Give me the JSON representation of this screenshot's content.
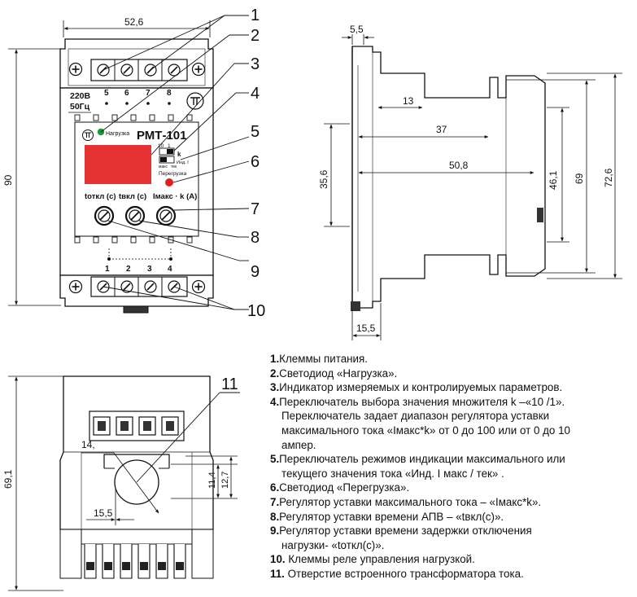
{
  "front_view": {
    "dim_width": "52,6",
    "dim_height": "90",
    "voltage_label": "220В",
    "freq_label": "50Гц",
    "top_terminal_numbers": [
      "5",
      "6",
      "7",
      "8"
    ],
    "brand_logo": "nt-logo",
    "led_load_label": "Нагрузка",
    "model_name": "РМТ-101",
    "switch_label_10": "10",
    "switch_label_1": "1",
    "switch_label_k": "k",
    "switch_label_ind": "Инд. I",
    "switch_label_max": "макс",
    "switch_label_tek": "тек",
    "led_overload_label": "Перегрузка",
    "knob_labels": [
      "tоткл (с)",
      "tвкл (с)",
      "Iмакс · k (A)"
    ],
    "bottom_terminal_numbers": [
      "1",
      "2",
      "3",
      "4"
    ],
    "colors": {
      "display": "#e53232",
      "led_green": "#1a9a3a",
      "led_red": "#e02020"
    }
  },
  "callouts": [
    "1",
    "2",
    "3",
    "4",
    "5",
    "6",
    "7",
    "8",
    "9",
    "10",
    "11"
  ],
  "side_view": {
    "dims": [
      "5,5",
      "13",
      "37",
      "50,8",
      "35,6",
      "46,1",
      "69",
      "72,6",
      "15,5"
    ]
  },
  "bottom_view": {
    "dims": [
      "69,1",
      "14,",
      "11,4",
      "12,7",
      "15,5"
    ]
  },
  "legend": [
    {
      "num": "1.",
      "text": "Клеммы  питания."
    },
    {
      "num": "2.",
      "text": "Светодиод «Нагрузка»."
    },
    {
      "num": "3.",
      "text": "Индикатор измеряемых и контролируемых параметров."
    },
    {
      "num": "4.",
      "text": "Переключатель выбора  значения множителя k –«10 /1».",
      "cont": [
        "Переключатель задает диапазон  регулятора уставки",
        "максимального тока «Iмакс*k» от 0 до 100 или от 0 до 10",
        "ампер."
      ]
    },
    {
      "num": "5.",
      "text": "Переключатель режимов индикации максимального или",
      "cont": [
        "текущего значения тока «Инд. I макс / тек» ."
      ]
    },
    {
      "num": "6.",
      "text": "Светодиод «Перегрузка»."
    },
    {
      "num": "7.",
      "text": "Регулятор уставки максимального тока – «Iмакс*k»."
    },
    {
      "num": "8.",
      "text": "Регулятор уставки времени АПВ – «tвкл(с)»."
    },
    {
      "num": "9.",
      "text": "Регулятор уставки времени задержки  отключения",
      "cont": [
        "нагрузки- «tоткл(с)»."
      ]
    },
    {
      "num": "10.",
      "text": " Клеммы  реле управления нагрузкой."
    },
    {
      "num": "11.",
      "text": " Отверстие встроенного трансформатора тока."
    }
  ]
}
